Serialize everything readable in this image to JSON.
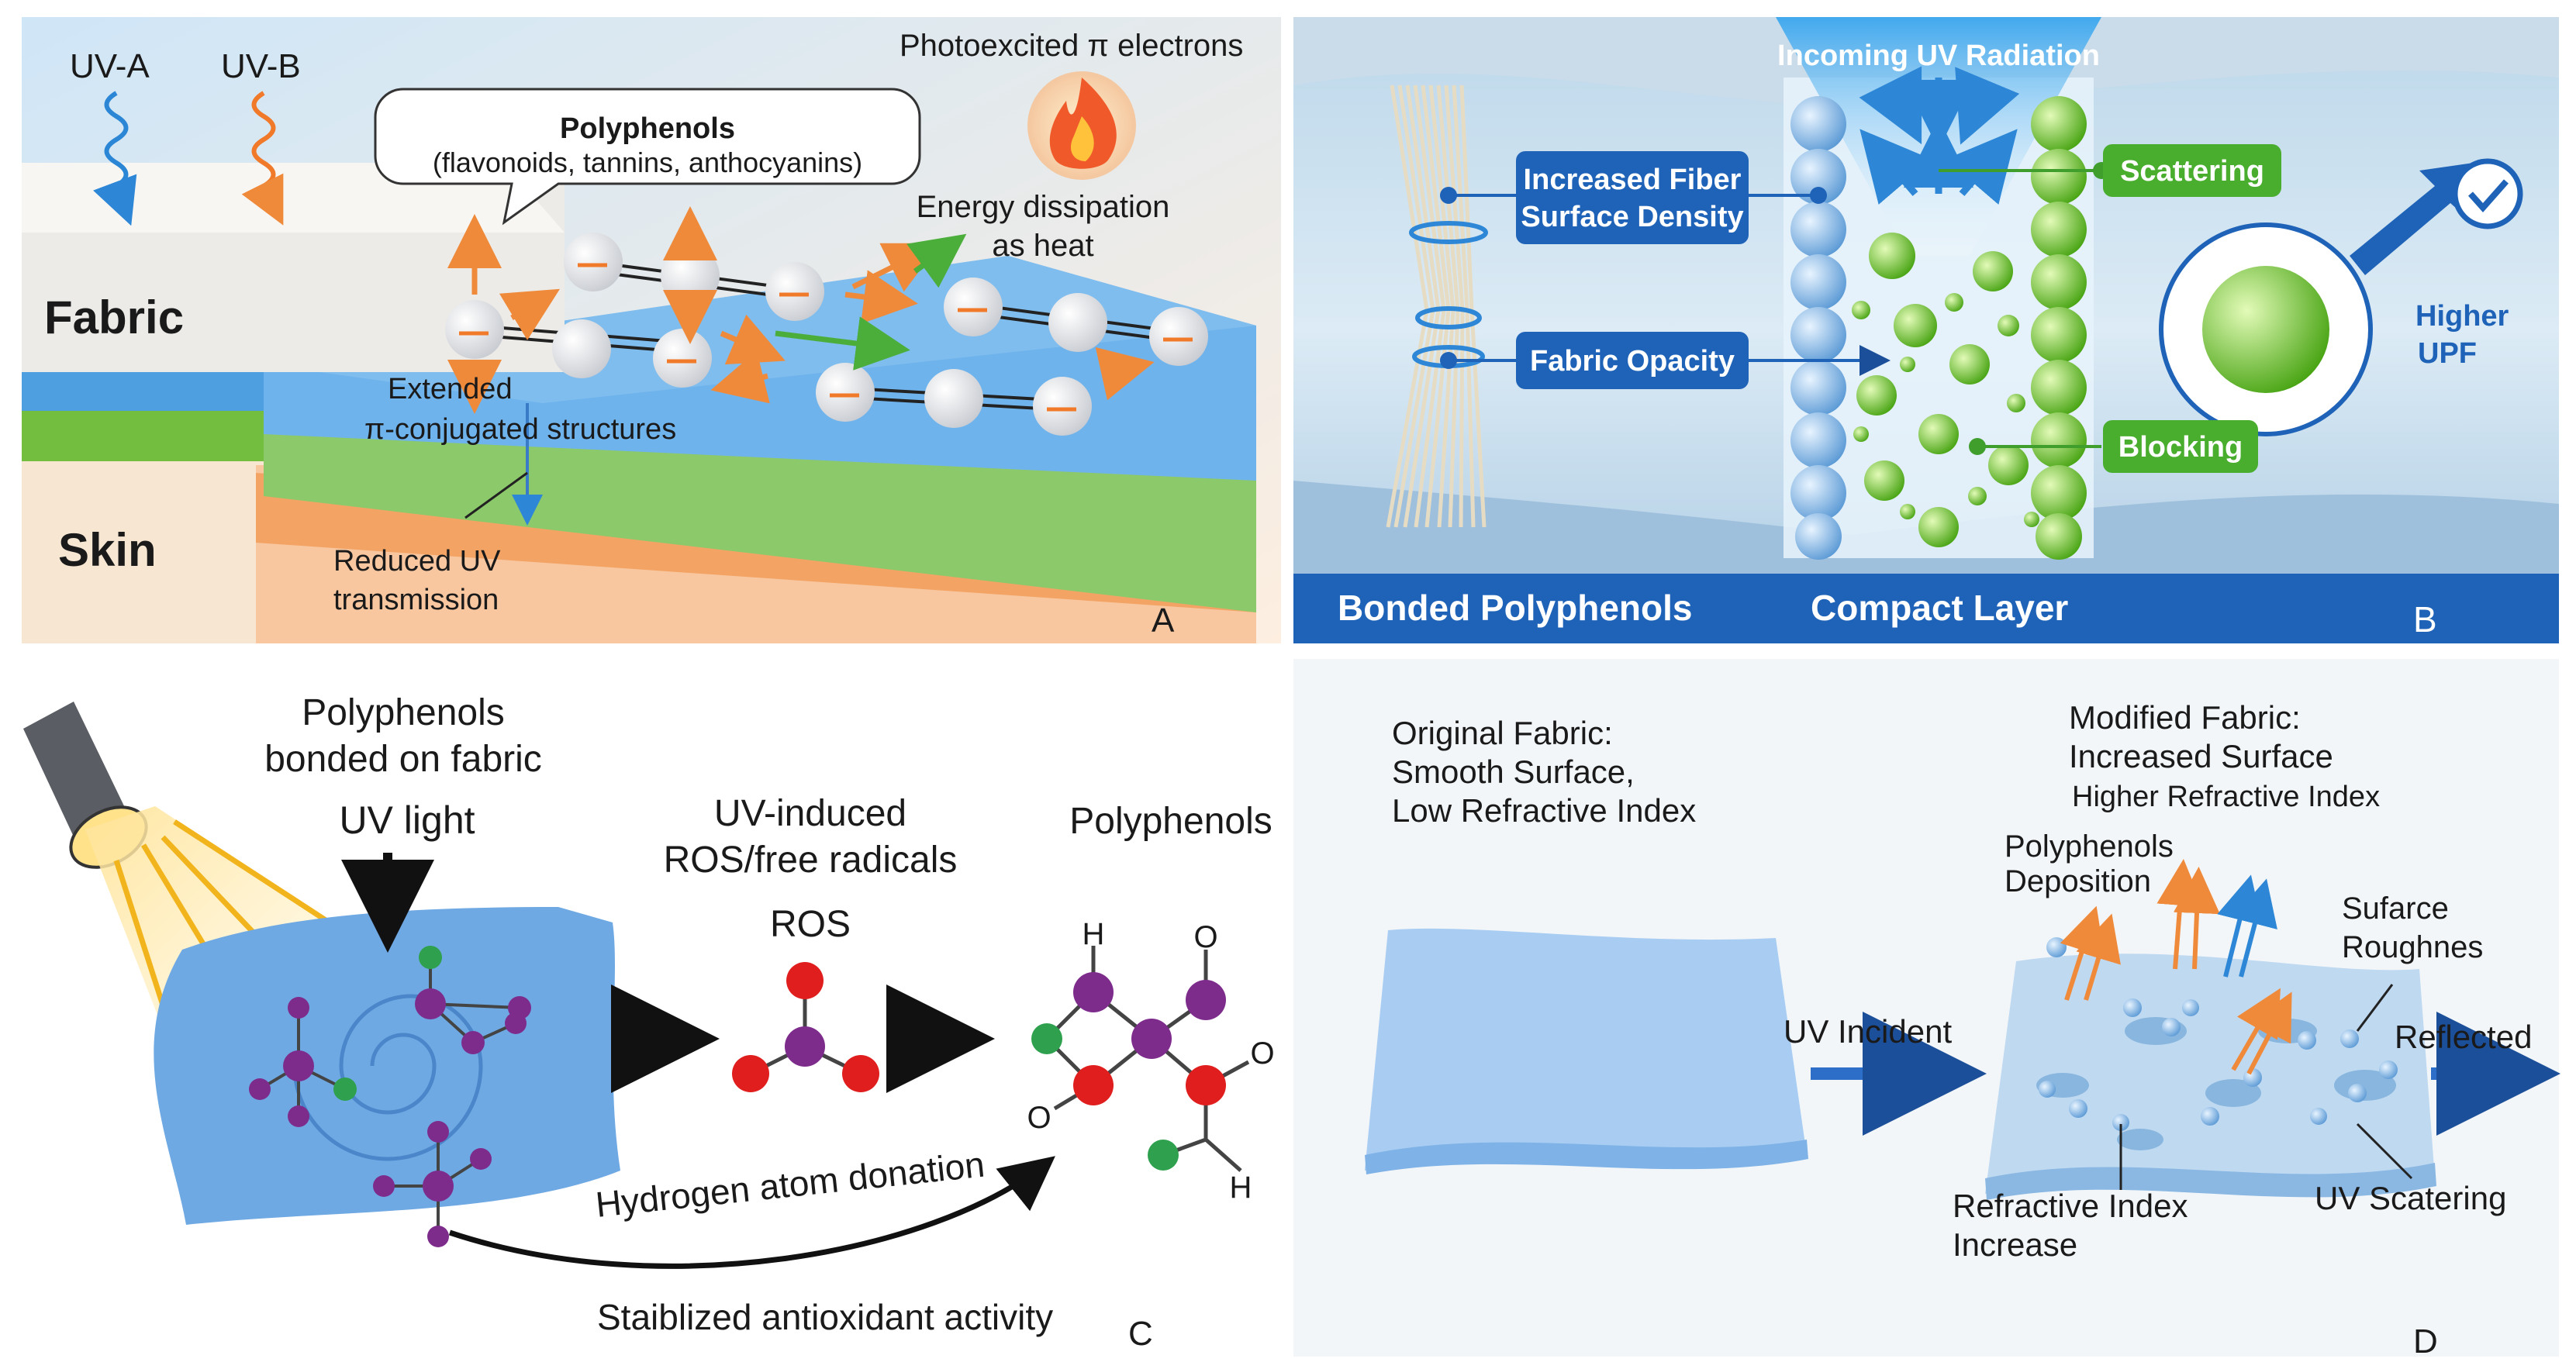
{
  "panel_a": {
    "letter": "A",
    "uva": "UV-A",
    "uvb": "UV-B",
    "fabric": "Fabric",
    "skin": "Skin",
    "poly_title": "Polyphenols",
    "poly_sub": "(flavonoids, tannins, anthocyanins)",
    "photo": "Photoexcited π electrons",
    "energy1": "Energy dissipation",
    "energy2": "as heat",
    "ext1": "Extended",
    "ext2": "π-conjugated structures",
    "red1": "Reduced UV",
    "red2": "transmission",
    "icon": "fire-icon"
  },
  "panel_b": {
    "letter": "B",
    "incoming": "Incoming UV Radiation",
    "fiber1": "Increased Fiber",
    "fiber2": "Surface Density",
    "opacity": "Fabric Opacity",
    "scattering": "Scattering",
    "blocking": "Blocking",
    "upf1": "Higher",
    "upf2": "UPF",
    "bonded": "Bonded Polyphenols",
    "compact": "Compact Layer",
    "icon": "checkmark-icon"
  },
  "panel_c": {
    "letter": "C",
    "bonded1": "Polyphenols",
    "bonded2": "bonded on fabric",
    "uvlight": "UV light",
    "induced1": "UV-induced",
    "induced2": "ROS/free radicals",
    "ros": "ROS",
    "poly": "Polyphenols",
    "h1": "H",
    "h2": "H",
    "o1": "O",
    "o2": "O",
    "o3": "O",
    "donation": "Hydrogen atom donation",
    "stab": "Staiblized antioxidant activity",
    "icon": "lamp-icon"
  },
  "panel_d": {
    "letter": "D",
    "orig1": "Original Fabric:",
    "orig2": "Smooth Surface,",
    "orig3": "Low Refractive Index",
    "mod1": "Modified Fabric:",
    "mod2": "Increased Surface",
    "mod3": "Higher Refractive Index",
    "dep1": "Polyphenols",
    "dep2": "Deposition",
    "rough1": "Sufarce",
    "rough2": "Roughnes",
    "incident": "UV Incident",
    "reflected": "Reflected",
    "ri1": "Refractive Index",
    "ri2": "Increase",
    "scat": "UV Scatering"
  }
}
